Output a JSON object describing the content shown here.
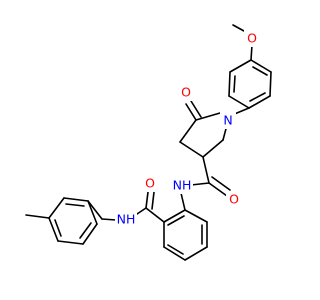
{
  "molecule": {
    "atom_labels": {
      "methoxy_oxygen": "O",
      "ring_nitrogen": "N",
      "lactam_oxygen": "O",
      "amide_nh": "NH",
      "amide_oxygen": "O",
      "benzamide_oxygen": "O",
      "benzamide_nh": "NH"
    },
    "colors": {
      "bond": "#000000",
      "oxygen": "#ff0000",
      "nitrogen": "#0000ff"
    }
  }
}
